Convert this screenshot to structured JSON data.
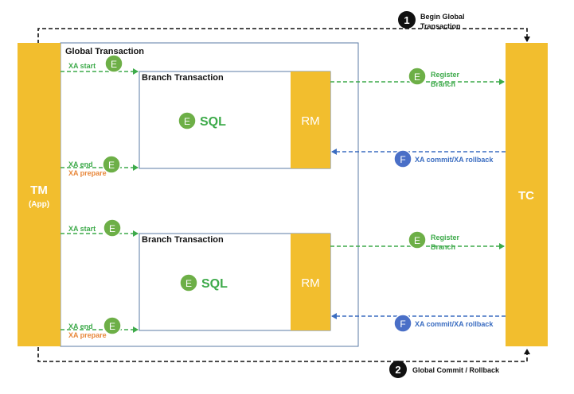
{
  "tm": {
    "title": "TM",
    "subtitle": "(App)"
  },
  "tc": {
    "title": "TC"
  },
  "global_transaction_label": "Global Transaction",
  "top": {
    "badge": "1",
    "label_line1": "Begin Global",
    "label_line2": "Transaction"
  },
  "bottom": {
    "badge": "2",
    "label": "Global Commit / Rollback"
  },
  "branches": [
    {
      "title": "Branch Transaction",
      "sql": "SQL",
      "rm": "RM",
      "start_label": "XA start",
      "end_label": "XA end",
      "prepare_label": "XA prepare",
      "register_line1": "Register",
      "register_line2": "Branch",
      "commit_label": "XA commit/XA rollback"
    },
    {
      "title": "Branch Transaction",
      "sql": "SQL",
      "rm": "RM",
      "start_label": "XA start",
      "end_label": "XA end",
      "prepare_label": "XA prepare",
      "register_line1": "Register",
      "register_line2": "Branch",
      "commit_label": "XA commit/XA rollback"
    }
  ],
  "badges": {
    "green": "E",
    "blue": "F"
  },
  "colors": {
    "orange": "#F2BE2E",
    "green": "#3DAA4A",
    "green_badge": "#6DAF47",
    "blue": "#3B6DC1",
    "blue_badge": "#4A6FC7",
    "orange_text": "#E8873A",
    "frame": "#5B7BA6"
  }
}
